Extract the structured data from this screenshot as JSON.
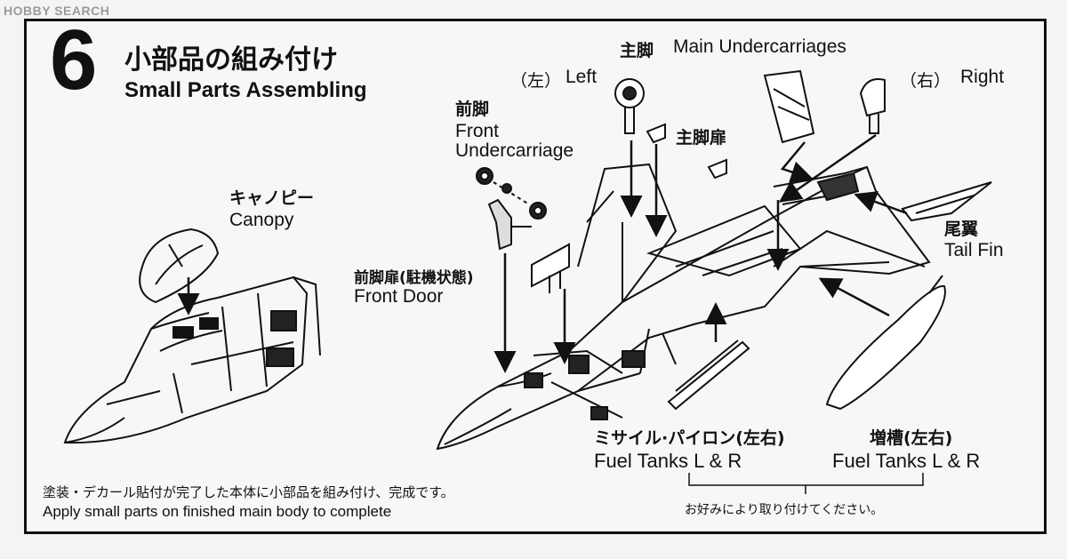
{
  "watermark": "HOBBY SEARCH",
  "step": {
    "number": "6",
    "title_jp": "小部品の組み付け",
    "title_en": "Small Parts Assembling"
  },
  "labels": {
    "canopy_jp": "キャノピー",
    "canopy_en": "Canopy",
    "front_undercarriage_jp": "前脚",
    "front_undercarriage_en_1": "Front",
    "front_undercarriage_en_2": "Undercarriage",
    "front_door_jp": "前脚扉(駐機状態)",
    "front_door_en": "Front Door",
    "main_undercarriages_jp": "主脚",
    "main_undercarriages_en": "Main Undercarriages",
    "left_jp": "（左）",
    "left_en": "Left",
    "right_jp": "（右）",
    "right_en": "Right",
    "main_door_jp": "主脚扉",
    "tail_fin_jp": "尾翼",
    "tail_fin_en": "Tail Fin",
    "missile_pylon_jp": "ミサイル·パイロン(左右)",
    "missile_pylon_en": "Fuel Tanks L & R",
    "fuel_tank_jp": "増槽(左右)",
    "fuel_tank_en": "Fuel Tanks L & R",
    "optional_note_jp": "お好みにより取り付けてください。"
  },
  "instruction": {
    "jp": "塗装・デカール貼付が完了した本体に小部品を組み付け、完成です。",
    "en": "Apply small parts on finished main body to complete"
  }
}
